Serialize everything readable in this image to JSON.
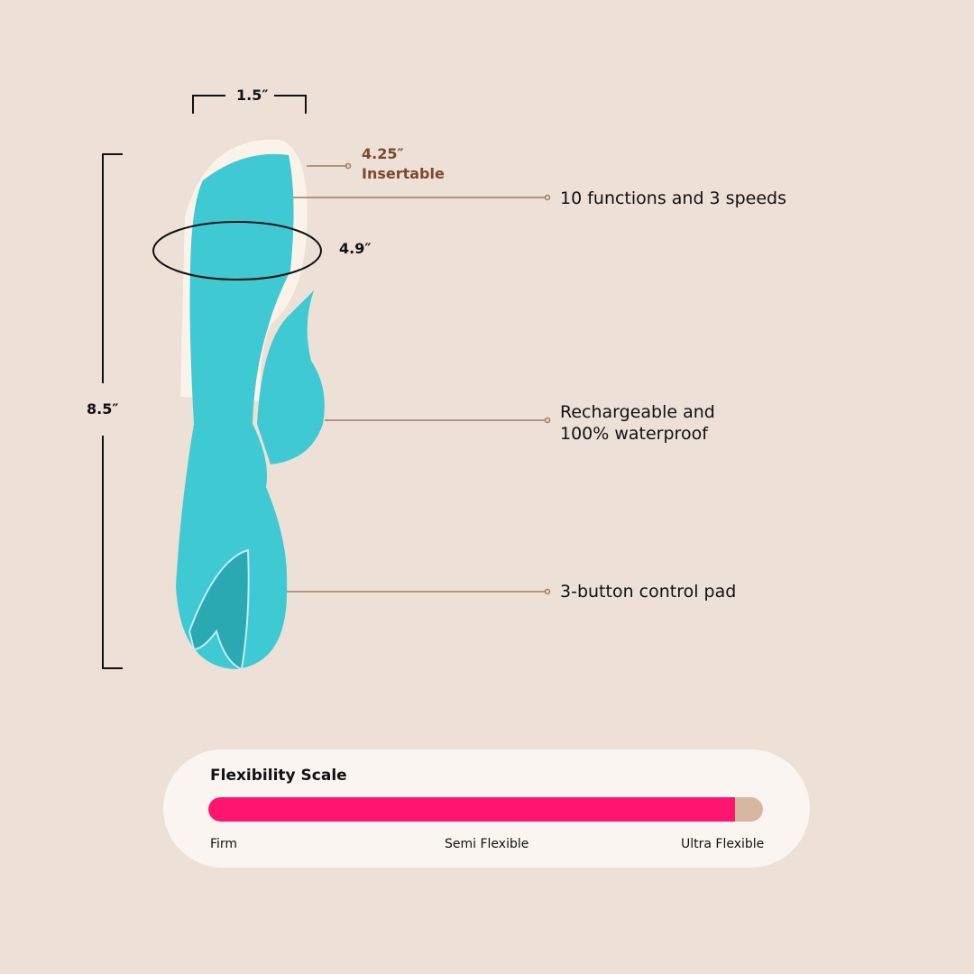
{
  "dimensions": {
    "width": "1.5″",
    "length": "8.5″",
    "circumference": "4.9″",
    "insertable_value": "4.25″",
    "insertable_label": "Insertable"
  },
  "features": [
    "10 functions and 3 speeds",
    "Rechargeable and",
    "100% waterproof",
    "3-button control pad"
  ],
  "flexibility": {
    "title": "Flexibility Scale",
    "level_percent": 95,
    "labels": [
      "Firm",
      "Semi Flexible",
      "Ultra Flexible"
    ],
    "fill_color": "#ff1470",
    "track_color": "#d6b8a0"
  },
  "colors": {
    "background": "#ede0d6",
    "product": "#3fc9d3",
    "callout": "#a07a60"
  }
}
